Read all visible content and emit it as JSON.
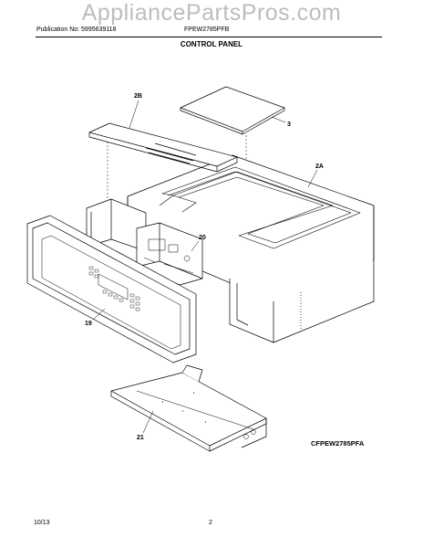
{
  "watermark": "AppliancePartsPros.com",
  "header": {
    "publication": "Publication No: 5995639118",
    "model": "FPEW2785PFB"
  },
  "section_title": "CONTROL PANEL",
  "diagram": {
    "part_labels": [
      "2B",
      "3",
      "2A",
      "20",
      "19",
      "21"
    ],
    "figure_code": "CFPEW2785PFA"
  },
  "footer": {
    "date": "10/13",
    "page": "2"
  }
}
